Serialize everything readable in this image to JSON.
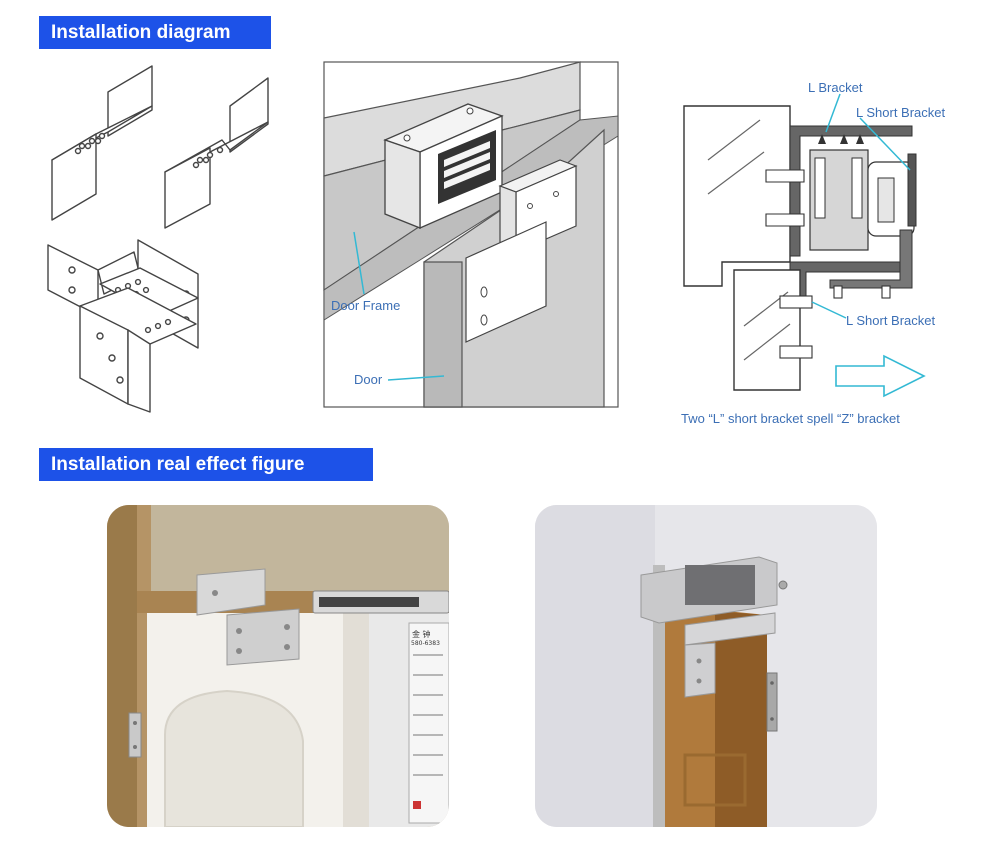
{
  "banners": {
    "diagram": "Installation diagram",
    "real_effect": "Installation real effect figure"
  },
  "door_panel": {
    "door_frame": "Door Frame",
    "door": "Door"
  },
  "zbracket_panel": {
    "l_bracket": "L Bracket",
    "l_short_bracket_top": "L Short Bracket",
    "l_short_bracket_bottom": "L Short Bracket",
    "caption": "Two “L” short bracket spell  “Z” bracket"
  },
  "photo_labels": {
    "notice_title": "金 钟",
    "notice_num": "580-6383"
  },
  "colors": {
    "banner_bg": "#1d52e8",
    "label_text": "#3c6fb5",
    "line_art": "#555555",
    "arrow_cyan": "#33b9d4"
  }
}
